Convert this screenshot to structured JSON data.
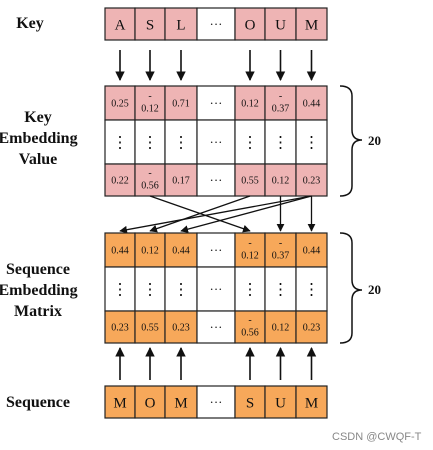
{
  "labels": {
    "key": "Key",
    "key_embedding": [
      "Key",
      "Embedding",
      "Value"
    ],
    "sequence_embedding": [
      "Sequence",
      "Embedding",
      "Matrix"
    ],
    "sequence": "Sequence"
  },
  "ellipsis": "···",
  "vdots": "⋮",
  "dimension": "20",
  "watermark": "CSDN @CWQF-T",
  "key_row": [
    "A",
    "S",
    "L",
    "O",
    "U",
    "M"
  ],
  "key_embedding": {
    "first_row": [
      "0.25",
      "-\n0.12",
      "0.71",
      "0.12",
      "-\n0.37",
      "0.44"
    ],
    "last_row": [
      "0.22",
      "-\n0.56",
      "0.17",
      "0.55",
      "0.12",
      "0.23"
    ]
  },
  "sequence_embedding": {
    "first_row": [
      "0.44",
      "0.12",
      "0.44",
      "-\n0.12",
      "-\n0.37",
      "0.44"
    ],
    "last_row": [
      "0.23",
      "0.55",
      "0.23",
      "-\n0.56",
      "0.12",
      "0.23"
    ]
  },
  "sequence_row": [
    "M",
    "O",
    "M",
    "S",
    "U",
    "M"
  ],
  "colors": {
    "pink": "#eeb4b4",
    "orange": "#f7a85a",
    "border": "#222222"
  }
}
